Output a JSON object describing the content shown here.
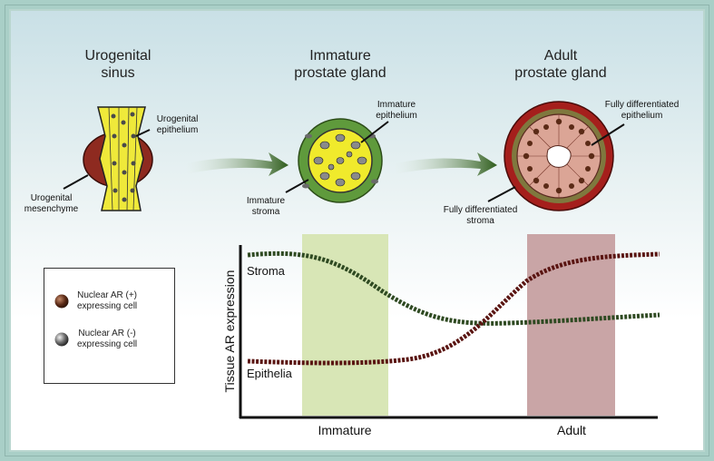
{
  "stages": {
    "sinus_title": "Urogenital\nsinus",
    "immature_title": "Immature\nprostate gland",
    "adult_title": "Adult\nprostate gland"
  },
  "labels": {
    "urogenital_epithelium": "Urogenital\nepithelium",
    "urogenital_mesenchyme": "Urogenital\nmesenchyme",
    "immature_epithelium": "Immature\nepithelium",
    "immature_stroma": "Immature\nstroma",
    "fully_diff_epithelium": "Fully differentiated\nepithelium",
    "fully_diff_stroma": "Fully differentiated\nstroma"
  },
  "legend": {
    "ar_positive": "Nuclear AR (+)\nexpressing cell",
    "ar_negative": "Nuclear AR (-)\nexpressing cell"
  },
  "chart": {
    "ylabel": "Tissue AR expression",
    "x_immature": "Immature",
    "x_adult": "Adult",
    "stroma_label": "Stroma",
    "epithelia_label": "Epithelia"
  },
  "colors": {
    "stroma": "#2f4a22",
    "epithelia": "#5a1512",
    "immature_band": "#d8e6b6",
    "adult_band": "#c9a5a6",
    "arrow": "#2f5d1c"
  }
}
